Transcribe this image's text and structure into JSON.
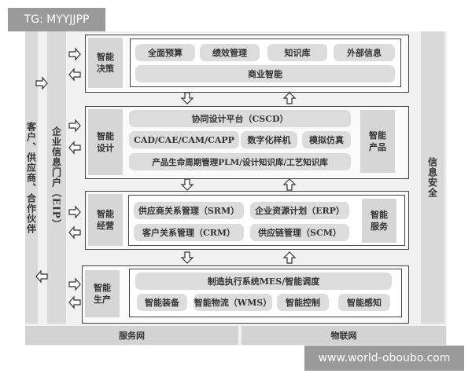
{
  "watermark_top": "TG: MYYJJPP",
  "watermark_bottom": "www.world-oboubo.com",
  "left_column": "客户、供应商、合作伙伴",
  "eip_column": "企业信息门户（EIP）",
  "right_column": "信息安全",
  "rows": [
    {
      "label": "智能\n决策",
      "items": [
        "全面预算",
        "绩效管理",
        "知识库",
        "外部信息",
        "商业智能"
      ]
    },
    {
      "label": "智能\n设计",
      "items": [
        "协同设计平台（CSCD）",
        "CAD/CAE/CAM/CAPP",
        "数字化样机",
        "模拟仿真",
        "产品生命周期管理PLM/设计知识库/工艺知识库"
      ],
      "side": "智能\n产品"
    },
    {
      "label": "智能\n经营",
      "items": [
        "供应商关系管理（SRM）",
        "企业资源计划（ERP）",
        "客户关系管理（CRM）",
        "供应链管理（SCM）"
      ],
      "side": "智能\n服务"
    },
    {
      "label": "智能\n生产",
      "items": [
        "制造执行系统MES/智能调度",
        "智能装备",
        "智能物流（WMS）",
        "智能控制",
        "智能感知"
      ]
    }
  ],
  "bottom": {
    "left": "服务网",
    "right": "物联网"
  }
}
